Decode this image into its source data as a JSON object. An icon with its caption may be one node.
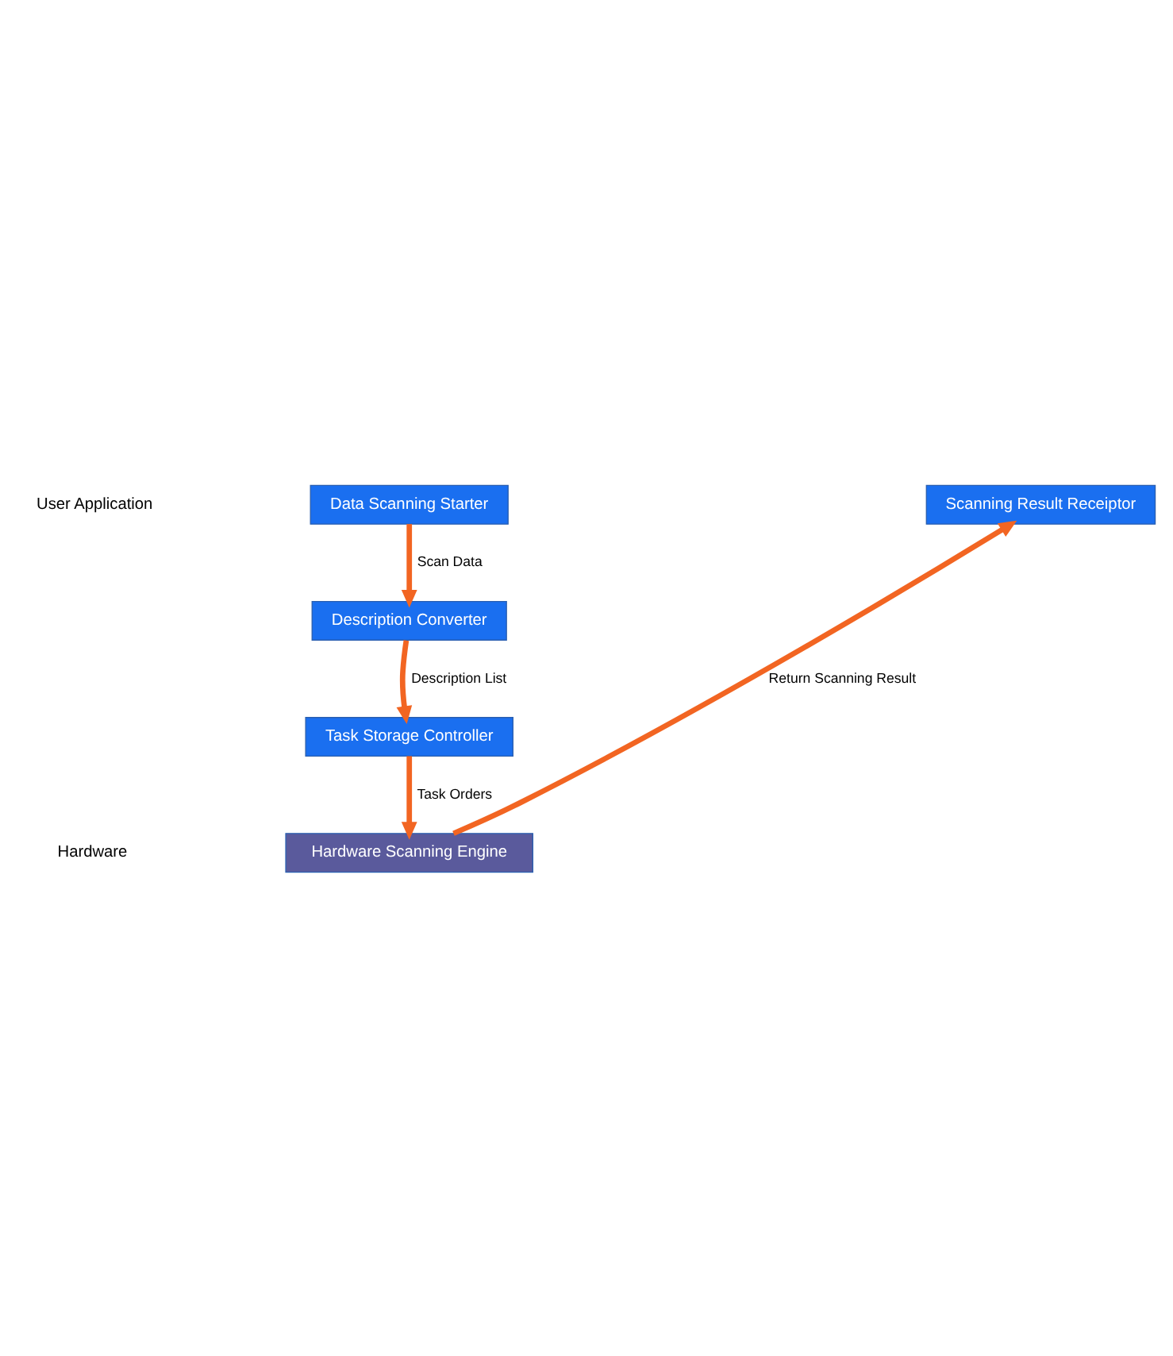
{
  "diagram": {
    "nodes": [
      {
        "text": [
          "Data Scanning Starter"
        ]
      },
      {
        "text": [
          "Scanning Result Receiptor"
        ]
      },
      {
        "text": [
          "Description Converter"
        ]
      },
      {
        "text": [
          "Task Storage Controller"
        ]
      },
      {
        "text": [
          "Hardware Scanning Engine"
        ]
      }
    ],
    "edges": [
      {
        "from": 0,
        "to": 2,
        "arrow": "to",
        "label": "Scan Data"
      },
      {
        "from": 2,
        "to": 3,
        "arrow": "to",
        "label": "Description List"
      },
      {
        "from": 3,
        "to": 4,
        "arrow": "to",
        "label": "Task Orders"
      },
      {
        "from": 4,
        "to": 1,
        "arrow": "to",
        "label": "Return Scanning Result"
      }
    ],
    "labels": [
      "User Application",
      "Hardware"
    ]
  }
}
